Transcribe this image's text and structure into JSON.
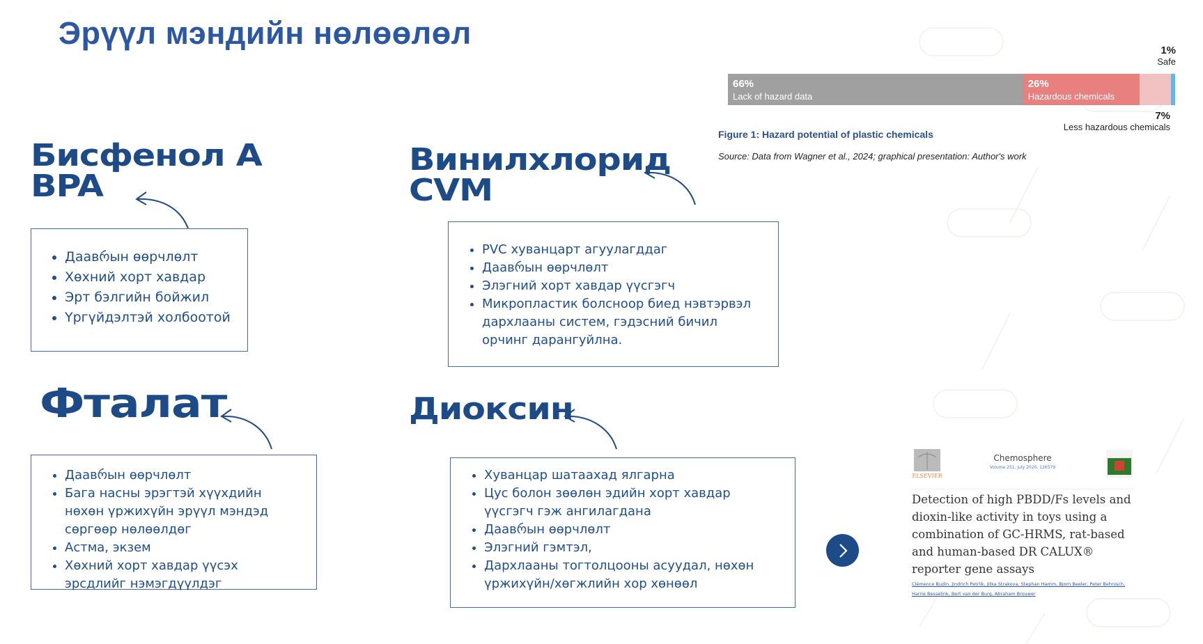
{
  "title": "Эрүүл мэндийн нөлөөлөл",
  "sections": [
    {
      "heading_lines": [
        "Бисфенол А",
        "BPA"
      ],
      "items": [
        "Даавრын өөрчлөлт",
        "Хөхний хорт хавдар",
        "Эрт бэлгийн бойжил",
        "Үргүйдэлтэй холбоотой"
      ]
    },
    {
      "heading_lines": [
        "Винилхлорид",
        "CVM"
      ],
      "items": [
        "PVC хуванцарт агуулагддаг",
        "Даавრын өөрчлөлт",
        "Элэгний хорт хавдар үүсгэгч",
        "Микропластик болсноор биед нэвтэрвэл дархлааны систем, гэдэсний бичил орчинг дарангуйлна."
      ]
    },
    {
      "heading_lines": [
        "Фталат"
      ],
      "items": [
        "Даавრын өөрчлөлт",
        "Бага насны эрэгтэй хүүхдийн нөхөн үржихүйн эрүүл мэндэд сөргөөр нөлөөлдөг",
        "Астма, экзем",
        "Хөхний хорт хавдар үүсэх эрсдлийг нэмэгдүүлдэг"
      ]
    },
    {
      "heading_lines": [
        "Диоксин"
      ],
      "items": [
        "Хуванцар шатаахад ялгарна",
        "Цус болон зөөлөн эдийн хорт хавдар үүсгэгч гэж ангилагдана",
        "Даавრын өөрчлөлт",
        "Элэгний гэмтэл,",
        "Дархлааны тогтолцооны асуудал, нөхөн үржихүйн/хөгжлийн хор хөнөөл"
      ]
    }
  ],
  "chart_data": {
    "type": "bar",
    "title": "Figure 1: Hazard potential of plastic chemicals",
    "source": "Source: Data from Wagner et al., 2024; graphical presentation: Author's work",
    "stacked": true,
    "series": [
      {
        "name": "Lack of hazard data",
        "value": 66,
        "label": "66%",
        "color": "#a0a0a0"
      },
      {
        "name": "Hazardous chemicals",
        "value": 26,
        "label": "26%",
        "color": "#e98080"
      },
      {
        "name": "Less hazardous chemicals",
        "value": 7,
        "label": "7%",
        "color": "#f2c2c2"
      },
      {
        "name": "Safe",
        "value": 1,
        "label": "1%",
        "color": "#5bb8f0"
      }
    ]
  },
  "paper": {
    "journal": "Chemosphere",
    "volume": "Volume 251, July 2020, 126579",
    "publisher": "ELSEVIER",
    "title": "Detection of high PBDD/Fs levels and dioxin-like activity in toys using a combination of GC-HRMS, rat-based and human-based DR CALUX® reporter gene assays",
    "authors": "Clémence Budin, Jindrich Petrlik, Jitka Strakova, Stephan Hamm, Bjorn Beeler, Peter Behnisch, Harrie Besselink, Bert van der Burg, Abraham Brouwer"
  },
  "next_button": {
    "icon": "chevron-right-icon"
  },
  "colors": {
    "title": "#2b57a3",
    "heading": "#1d4b88",
    "box_border": "#3f6aa6"
  }
}
